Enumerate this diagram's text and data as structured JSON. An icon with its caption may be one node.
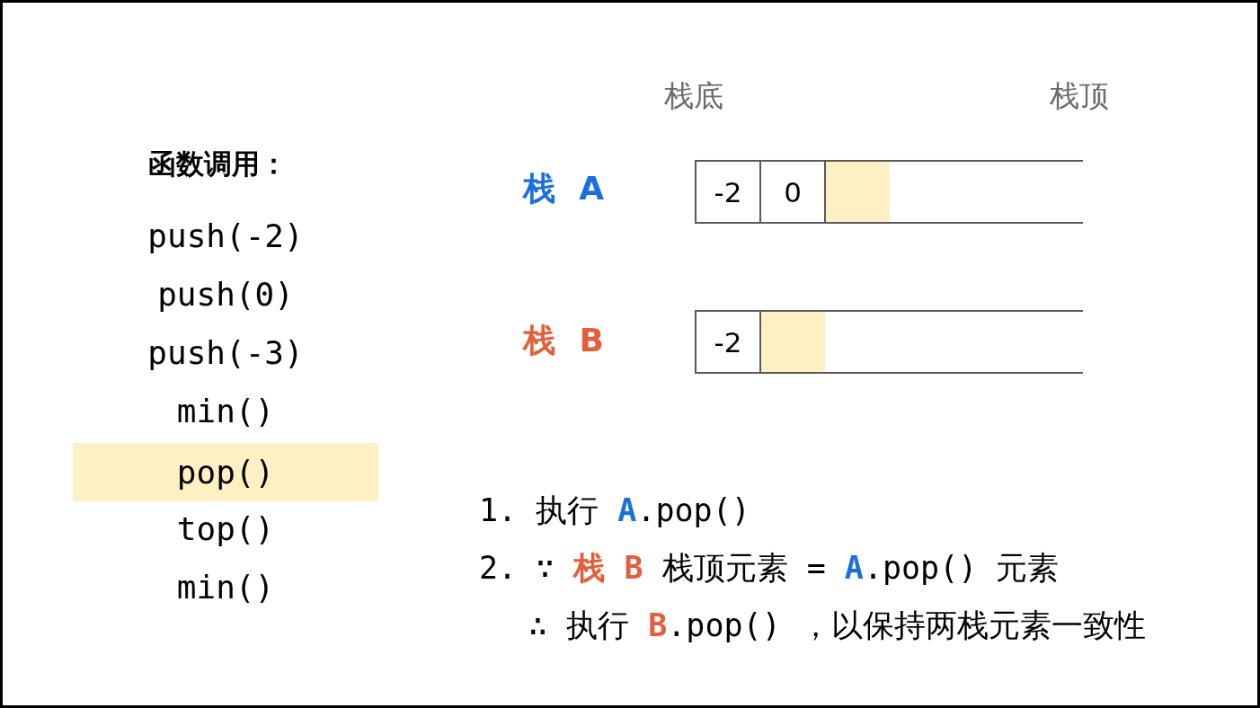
{
  "diagram": {
    "nodes": [
      {
        "text": [
          "pop()"
        ]
      },
      {
        "text": [],
        "shape": "box",
        "beside": [
          "栈 A"
        ]
      },
      {
        "text": [
          "-2"
        ],
        "in": 1
      },
      {
        "text": [
          "0"
        ],
        "in": 1
      },
      {
        "text": [],
        "shape": "box",
        "in": 1
      },
      {
        "text": [],
        "shape": "box",
        "beside": [
          "栈 B"
        ]
      },
      {
        "text": [
          "-2"
        ],
        "in": 5
      },
      {
        "text": [],
        "shape": "box",
        "in": 5
      }
    ],
    "labels": [
      "函数调用：",
      "push(-2)",
      "push(0)",
      "push(-3)",
      "min()",
      "top()",
      "min()",
      "栈底",
      "栈顶",
      "1. 执行 **A**.pop()",
      "2. ∵ **栈 B** 栈顶元素 = **A**.pop() 元素",
      "∴ 执行 **B**.pop() ，以保持两栈元素一致性"
    ]
  }
}
